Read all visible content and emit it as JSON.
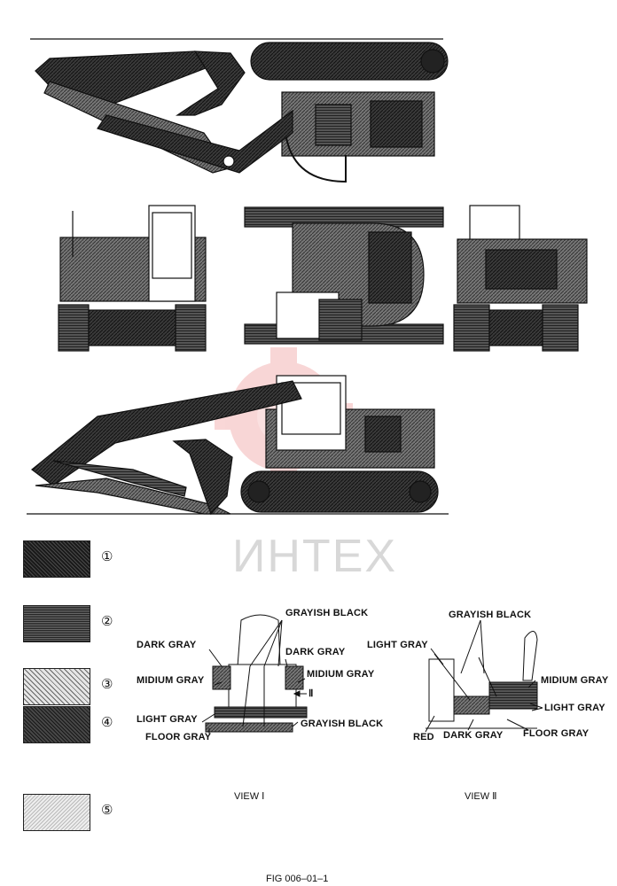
{
  "legend": [
    {
      "marker": "①",
      "color": "#2a2a2a"
    },
    {
      "marker": "②",
      "color": "#444444"
    },
    {
      "marker": "③",
      "color": "#bdbdbd"
    },
    {
      "marker": "④",
      "color": "#707070"
    },
    {
      "marker": "⑤",
      "color": "#d6d6d6"
    }
  ],
  "view1": {
    "title": "VIEW Ⅰ",
    "labels": {
      "grayish_black_top": "GRAYISH BLACK",
      "dark_gray_left": "DARK GRAY",
      "dark_gray_right": "DARK GRAY",
      "midium_gray_left": "MIDIUM GRAY",
      "midium_gray_right": "MIDIUM GRAY",
      "light_gray": "LIGHT GRAY",
      "grayish_black_bottom": "GRAYISH BLACK",
      "floor_gray": "FLOOR GRAY",
      "arrow_mark": "Ⅱ"
    }
  },
  "view2": {
    "title": "VIEW Ⅱ",
    "labels": {
      "grayish_black": "GRAYISH BLACK",
      "light_gray_top": "LIGHT GRAY",
      "midium_gray": "MIDIUM GRAY",
      "light_gray_right": "LIGHT GRAY",
      "red": "RED",
      "dark_gray": "DARK GRAY",
      "floor_gray": "FLOOR GRAY"
    }
  },
  "figure_caption": "FIG 006–01–1",
  "watermark": "ИНТЕХ"
}
